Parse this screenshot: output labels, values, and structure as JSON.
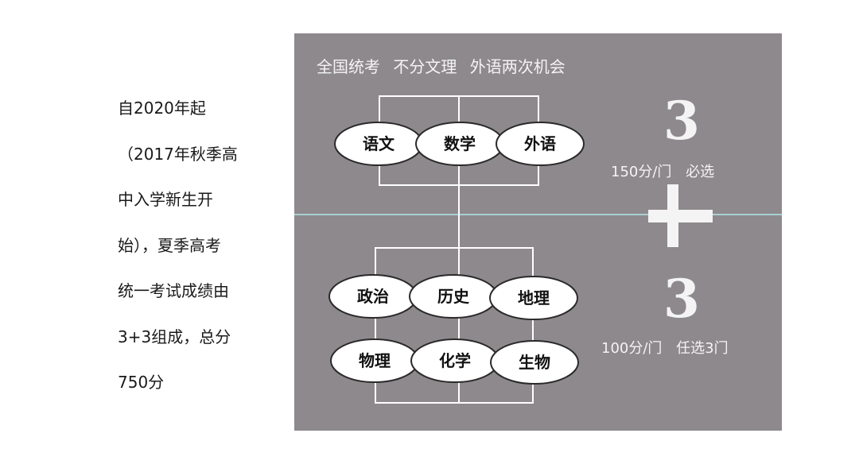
{
  "intro": {
    "lines": [
      "自2020年起",
      "（2017年秋季高",
      "中入学新生开",
      "始），夏季高考",
      "统一考试成绩由",
      "3+3组成，总分",
      "750分"
    ]
  },
  "panel": {
    "header": "全国统考  不分文理  外语两次机会",
    "required": {
      "count": "3",
      "caption": "150分/门  必选",
      "subjects": [
        "语文",
        "数学",
        "外语"
      ]
    },
    "plus_sign": "+",
    "elective": {
      "count": "3",
      "caption": "100分/门  任选3门",
      "subjects_row1": [
        "政治",
        "历史",
        "地理"
      ],
      "subjects_row2": [
        "物理",
        "化学",
        "生物"
      ]
    }
  },
  "colors": {
    "panel_bg": "#8e898d",
    "divider": "#a8d0d2",
    "text_light": "#f4f4f4",
    "ellipse_fill": "#ffffff"
  }
}
